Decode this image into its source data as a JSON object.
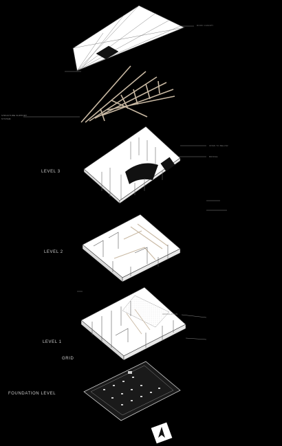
{
  "labels": {
    "level_3": "LEVEL 3",
    "level_2": "LEVEL 2",
    "level_1": "LEVEL 1",
    "grid": "GRID",
    "foundation": "FOUNDATION LEVEL",
    "structure_small": "STRUCTURE SUPPORT",
    "structure_small_2": "SYSTEM",
    "roof_note": "ROOF CANOPY",
    "level3_note_a": "OPEN TO BELOW",
    "level3_note_b": "BRIDGE",
    "level1_note": "CIRCULATION"
  },
  "colors": {
    "background": "#000000",
    "linework": "#3a3a3a",
    "plan_fill": "#ffffff",
    "timber": "#c9b9a3",
    "label": "#cfcfcf"
  },
  "icons": {
    "north": "north-arrow-icon"
  }
}
